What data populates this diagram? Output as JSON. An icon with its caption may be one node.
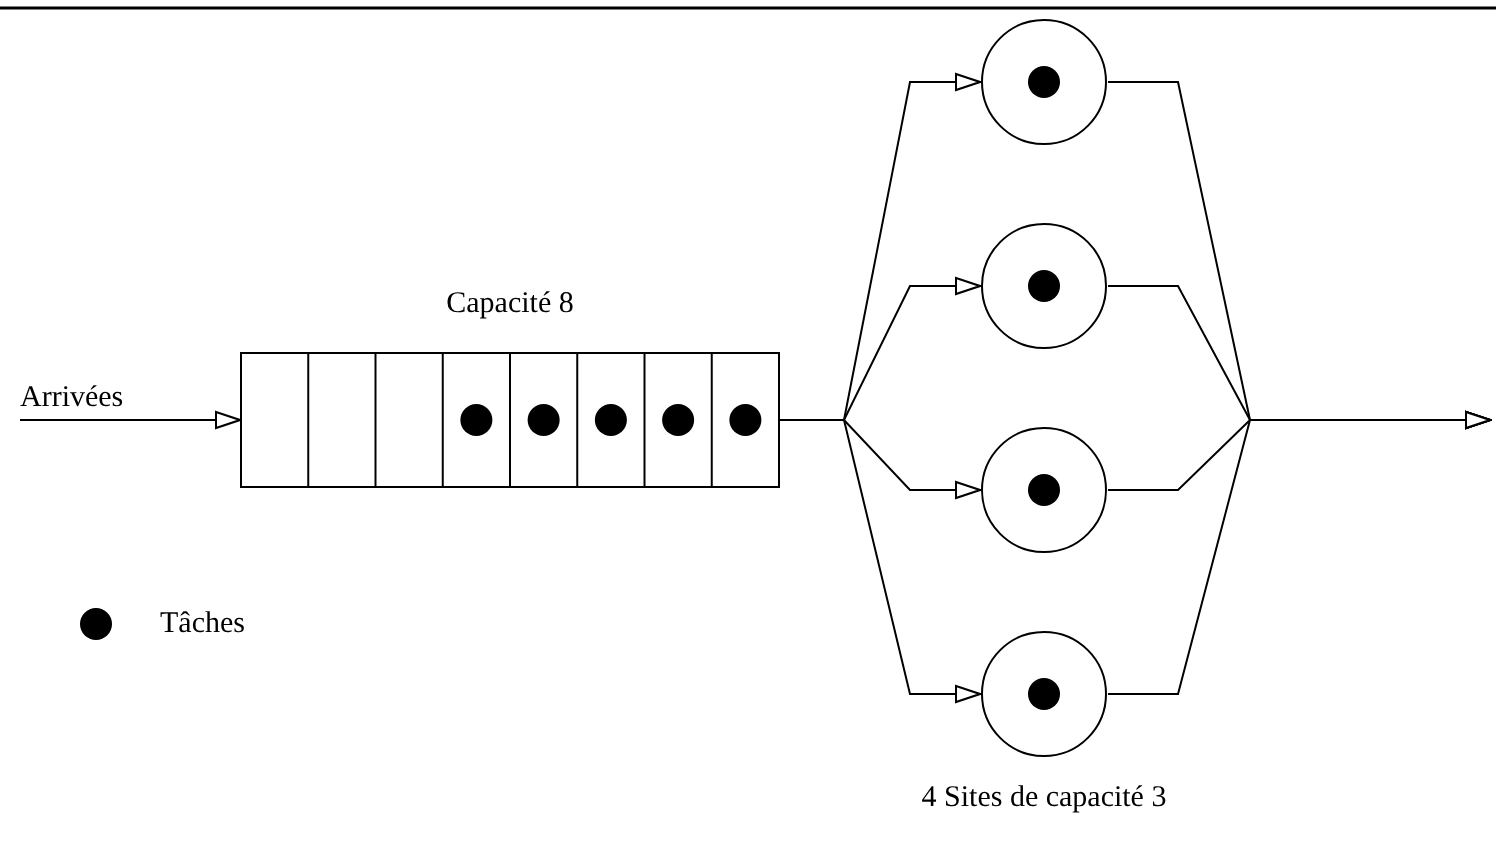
{
  "diagram": {
    "nodes": [
      {
        "text": [
          "Arrivées"
        ]
      },
      {
        "text": [],
        "shape": "box",
        "beside": [
          "Capacité 8"
        ]
      },
      {
        "text": [],
        "shape": "circle"
      },
      {
        "text": [],
        "shape": "circle"
      },
      {
        "text": [],
        "shape": "circle"
      },
      {
        "text": [],
        "shape": "circle"
      }
    ],
    "edges": [
      {
        "from": 0,
        "to": 1,
        "arrow": "to"
      },
      {
        "from": 1,
        "to": 2,
        "arrow": "to"
      },
      {
        "from": 1,
        "to": 3,
        "arrow": "to"
      },
      {
        "from": 1,
        "to": 4,
        "arrow": "to"
      },
      {
        "from": 1,
        "to": 5,
        "arrow": "to"
      },
      {
        "from": 2,
        "to": null,
        "arrow": "to"
      },
      {
        "from": 3,
        "to": null,
        "arrow": "to"
      },
      {
        "from": 4,
        "to": null,
        "arrow": "to"
      },
      {
        "from": 5,
        "to": null,
        "arrow": "to"
      }
    ],
    "labels": [
      "4 Sites de capacité 3"
    ],
    "legend": [
      {
        "text": "Tâches"
      }
    ]
  }
}
